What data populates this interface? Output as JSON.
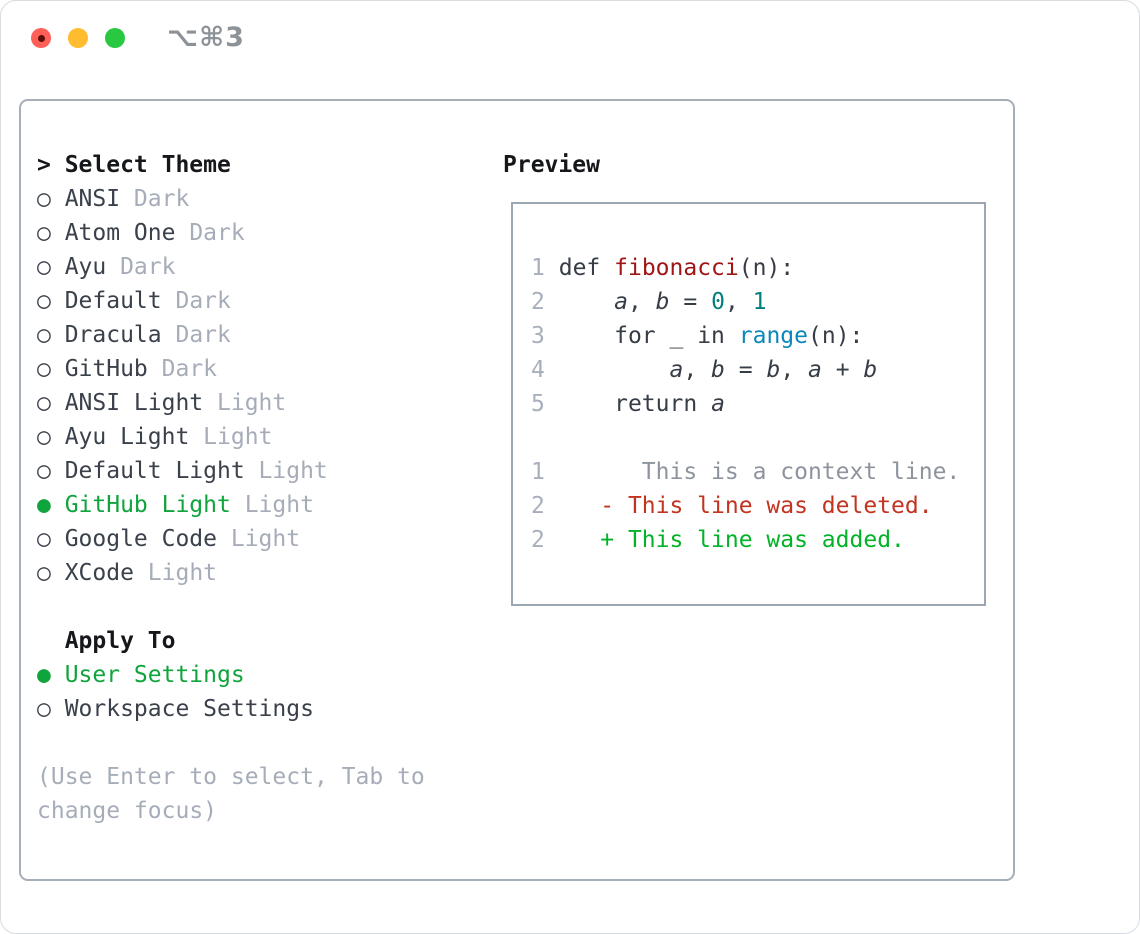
{
  "window": {
    "title": "⌥⌘3"
  },
  "colors": {
    "accent_green": "#10a43c",
    "added_green": "#03b227",
    "deleted_red": "#c23420",
    "function_red": "#a01616",
    "number_teal": "#037f7f",
    "builtin_blue": "#0b87ba",
    "muted_gray": "#a6adb9",
    "panel_border": "#a6aeb8",
    "traffic_red": "#ff5f57",
    "traffic_yellow": "#febc2e",
    "traffic_green": "#28c840"
  },
  "theme_picker": {
    "prompt": ">",
    "header": "Select Theme",
    "items": [
      {
        "bullet": "○",
        "name": "ANSI",
        "variant": "Dark"
      },
      {
        "bullet": "○",
        "name": "Atom One",
        "variant": "Dark"
      },
      {
        "bullet": "○",
        "name": "Ayu",
        "variant": "Dark"
      },
      {
        "bullet": "○",
        "name": "Default",
        "variant": "Dark"
      },
      {
        "bullet": "○",
        "name": "Dracula",
        "variant": "Dark"
      },
      {
        "bullet": "○",
        "name": "GitHub",
        "variant": "Dark"
      },
      {
        "bullet": "○",
        "name": "ANSI Light",
        "variant": "Light"
      },
      {
        "bullet": "○",
        "name": "Ayu Light",
        "variant": "Light"
      },
      {
        "bullet": "○",
        "name": "Default Light",
        "variant": "Light"
      },
      {
        "bullet": "●",
        "name": "GitHub Light",
        "variant": "Light"
      },
      {
        "bullet": "○",
        "name": "Google Code",
        "variant": "Light"
      },
      {
        "bullet": "○",
        "name": "XCode",
        "variant": "Light"
      }
    ]
  },
  "apply_to": {
    "header": "Apply To",
    "options": [
      {
        "bullet": "●",
        "label": "User Settings"
      },
      {
        "bullet": "○",
        "label": "Workspace Settings"
      }
    ]
  },
  "help": {
    "line1": "(Use Enter to select, Tab to",
    "line2": "change focus)"
  },
  "preview": {
    "title": "Preview",
    "lines": [
      [
        {
          "t": "1",
          "s": "ln"
        },
        {
          "t": " "
        },
        {
          "t": "def",
          "s": "kw"
        },
        {
          "t": " "
        },
        {
          "t": "fibonacci",
          "s": "fn"
        },
        {
          "t": "(n):"
        }
      ],
      [
        {
          "t": "2",
          "s": "ln"
        },
        {
          "t": "     "
        },
        {
          "t": "a",
          "s": "var"
        },
        {
          "t": ", "
        },
        {
          "t": "b",
          "s": "var"
        },
        {
          "t": " = "
        },
        {
          "t": "0",
          "s": "num"
        },
        {
          "t": ", "
        },
        {
          "t": "1",
          "s": "num"
        }
      ],
      [
        {
          "t": "3",
          "s": "ln"
        },
        {
          "t": "     "
        },
        {
          "t": "for",
          "s": "kw"
        },
        {
          "t": " _ "
        },
        {
          "t": "in",
          "s": "kw"
        },
        {
          "t": " "
        },
        {
          "t": "range",
          "s": "bi"
        },
        {
          "t": "(n):"
        }
      ],
      [
        {
          "t": "4",
          "s": "ln"
        },
        {
          "t": "         "
        },
        {
          "t": "a",
          "s": "var"
        },
        {
          "t": ", "
        },
        {
          "t": "b",
          "s": "var"
        },
        {
          "t": " = "
        },
        {
          "t": "b",
          "s": "var"
        },
        {
          "t": ", "
        },
        {
          "t": "a",
          "s": "var"
        },
        {
          "t": " + "
        },
        {
          "t": "b",
          "s": "var"
        }
      ],
      [
        {
          "t": "5",
          "s": "ln"
        },
        {
          "t": "     "
        },
        {
          "t": "return",
          "s": "kw"
        },
        {
          "t": " "
        },
        {
          "t": "a",
          "s": "var"
        }
      ],
      [],
      [
        {
          "t": "1",
          "s": "ln"
        },
        {
          "t": "       "
        },
        {
          "t": "This is a context line.",
          "s": "ctx"
        }
      ],
      [
        {
          "t": "2",
          "s": "ln"
        },
        {
          "t": "    "
        },
        {
          "t": "- This line was deleted.",
          "s": "del"
        }
      ],
      [
        {
          "t": "2",
          "s": "ln"
        },
        {
          "t": "    "
        },
        {
          "t": "+ This line was added.",
          "s": "add"
        }
      ]
    ]
  }
}
